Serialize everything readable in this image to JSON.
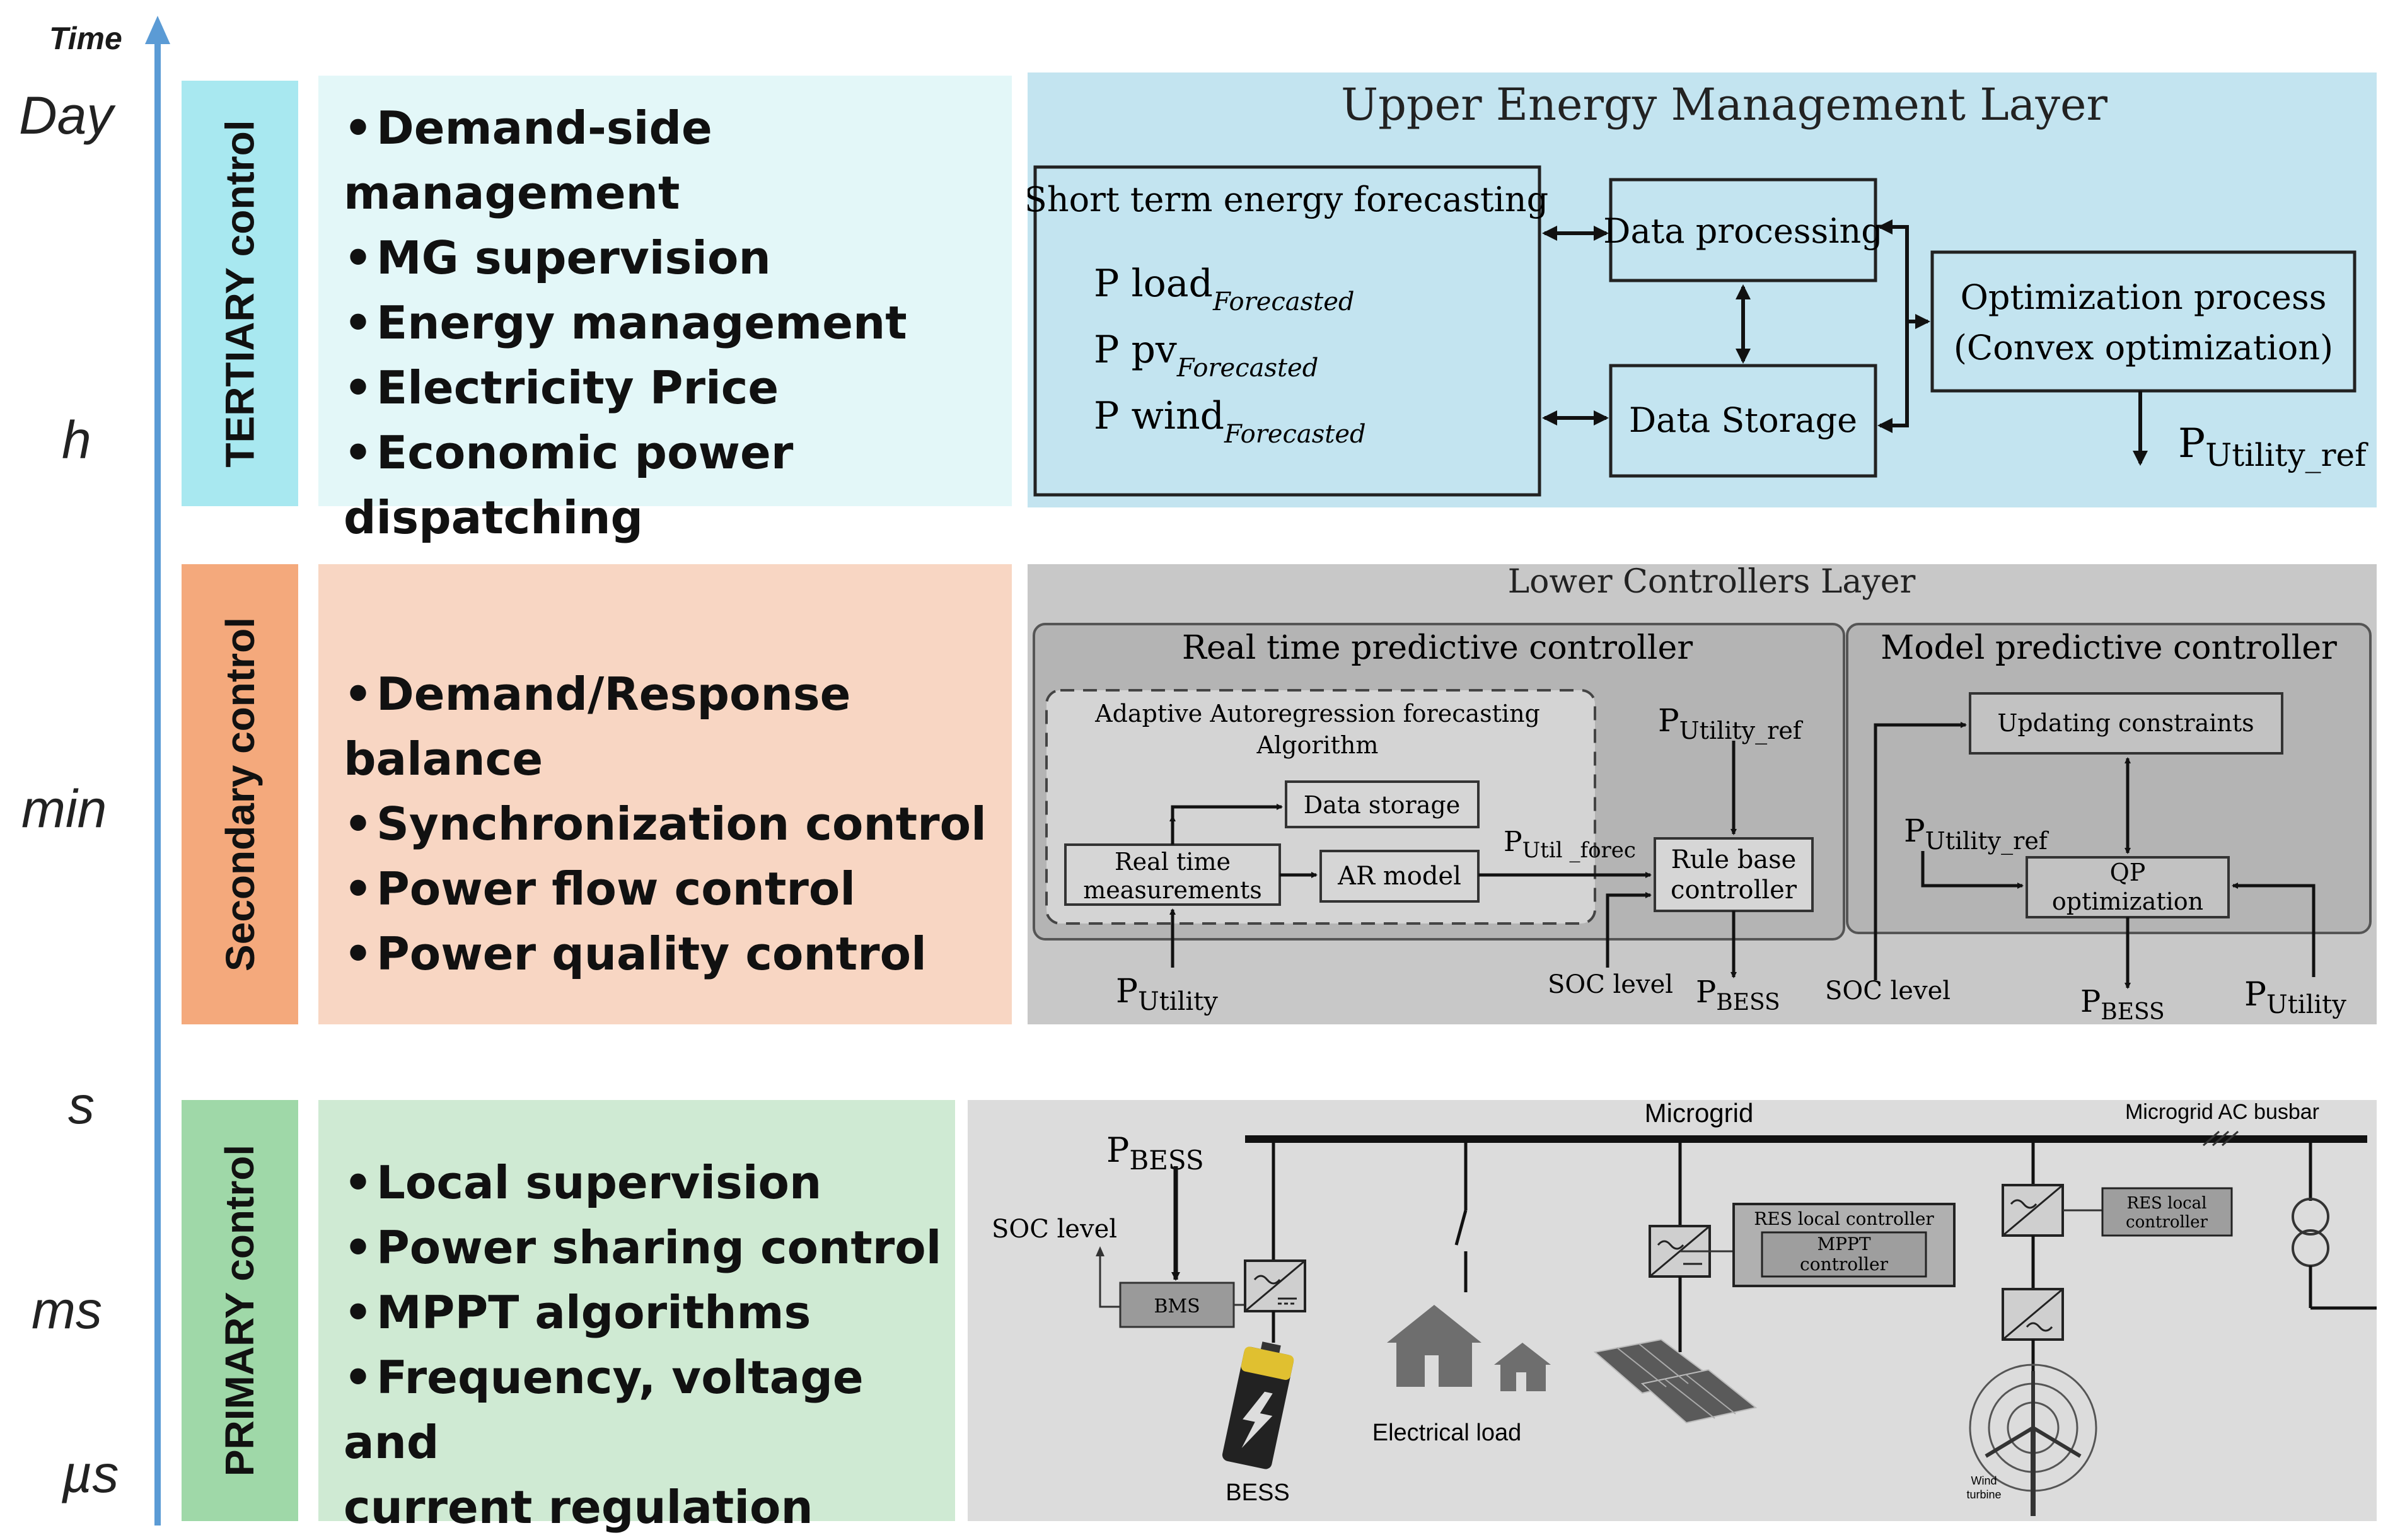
{
  "time_axis": {
    "title": "Time",
    "labels": [
      "Day",
      "h",
      "min",
      "s",
      "ms",
      "µs"
    ]
  },
  "tertiary": {
    "label": "TERTIARY control",
    "items": [
      "Demand-side management",
      "MG supervision",
      "Energy management",
      "Electricity Price",
      "Economic power",
      "dispatching"
    ],
    "color": "#c8eef3",
    "layer_title": "Upper Energy Management Layer",
    "forecasting_title": "Short term energy forecasting",
    "forecast_items": [
      {
        "main": "P load",
        "sub": "Forecasted"
      },
      {
        "main": "P pv",
        "sub": "Forecasted"
      },
      {
        "main": "P wind",
        "sub": "Forecasted"
      }
    ],
    "data_processing": "Data processing",
    "data_storage": "Data Storage",
    "optimization_line1": "Optimization process",
    "optimization_line2": "(Convex optimization)",
    "output_main": "P",
    "output_sub": "Utility_ref"
  },
  "secondary": {
    "label": "Secondary control",
    "items": [
      "Demand/Response balance",
      "Synchronization control",
      "Power flow control",
      "Power quality control"
    ],
    "color": "#f6c9a9",
    "layer_title": "Lower Controllers Layer",
    "rtpc_title": "Real time predictive controller",
    "mpc_title": "Model predictive controller",
    "adaptive_line1": "Adaptive Autoregression  forecasting",
    "adaptive_line2": "Algorithm",
    "data_storage": "Data storage",
    "rt_meas_line1": "Real time",
    "rt_meas_line2": "measurements",
    "ar_model": "AR model",
    "rule_line1": "Rule base",
    "rule_line2": "controller",
    "updating_constraints": "Updating constraints",
    "qp_line1": "QP",
    "qp_line2": "optimization",
    "p_utility_ref_sub": "Utility_ref",
    "p_util_forec_sub": "Util _forec",
    "p_bess_sub": "BESS",
    "p_utility_sub": "Utility",
    "p_main": "P",
    "soc_level": "SOC level"
  },
  "primary": {
    "label": "PRIMARY control",
    "items": [
      "Local supervision",
      "Power sharing control",
      "MPPT algorithms",
      "Frequency, voltage and",
      "current regulation"
    ],
    "color": "#c9e9cf",
    "microgrid": "Microgrid",
    "busbar": "Microgrid AC busbar",
    "p_bess_main": "P",
    "p_bess_sub": "BESS",
    "soc_level": "SOC level",
    "bms": "BMS",
    "bess": "BESS",
    "electrical_load": "Electrical load",
    "res_local_controller": "RES local controller",
    "mppt_line1": "MPPT",
    "mppt_line2": "controller",
    "res_local_line1": "RES local",
    "res_local_line2": "controller",
    "wind_line1": "Wind",
    "wind_line2": "turbine"
  }
}
